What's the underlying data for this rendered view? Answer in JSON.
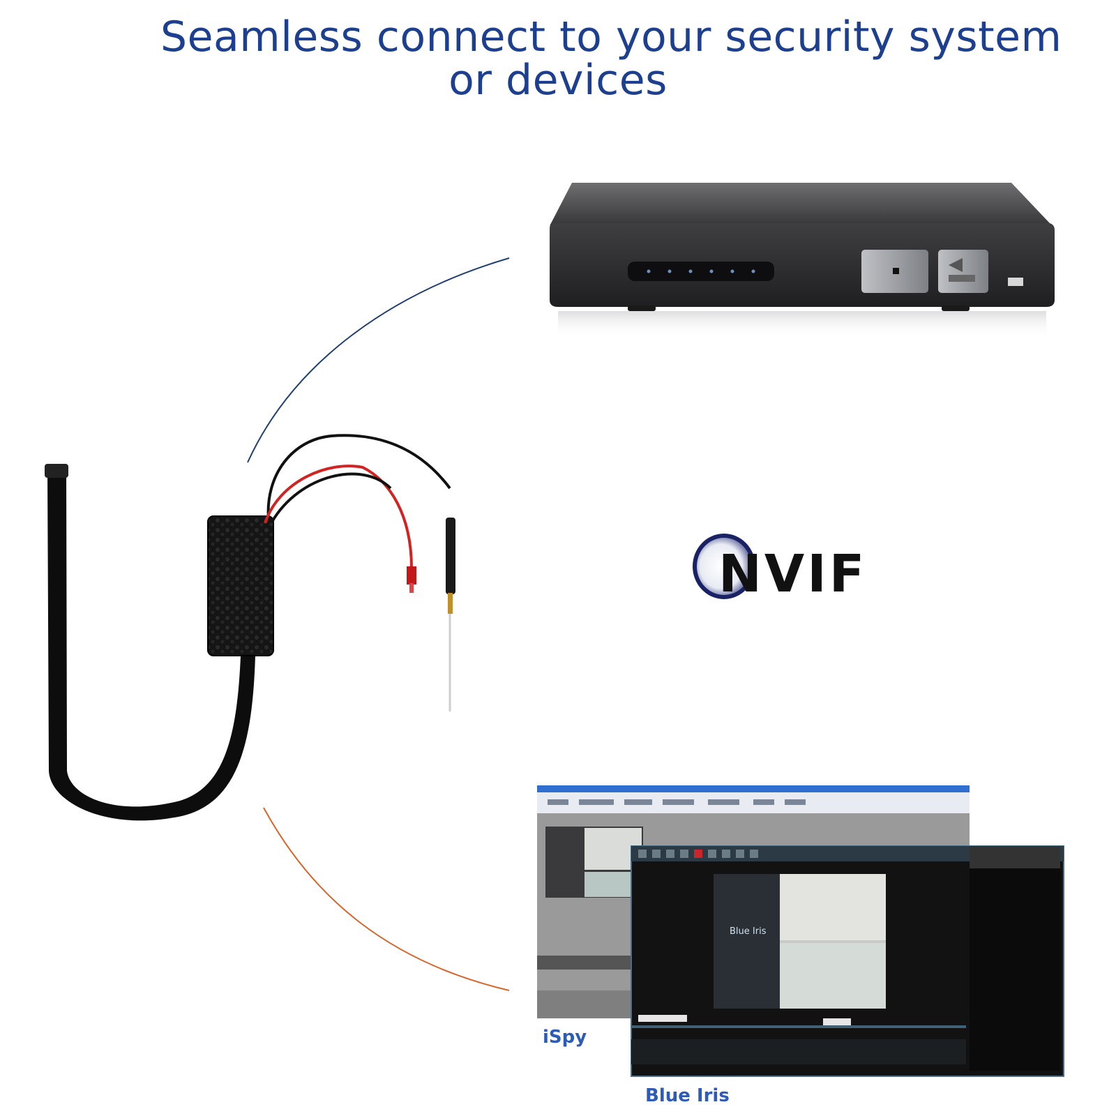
{
  "headline": {
    "line1": "Seamless connect to your security system",
    "line2": "or devices"
  },
  "logo": {
    "text_rest": "NVIF"
  },
  "software": {
    "ispy_label": "iSpy",
    "blueiris_label": "Blue Iris",
    "blueiris_overlay": "Blue Iris"
  },
  "colors": {
    "headline": "#1d3f8f",
    "dvr_cable": "#1f3f74",
    "pc_cable": "#d8652a",
    "label_blue": "#2d5bb8"
  }
}
